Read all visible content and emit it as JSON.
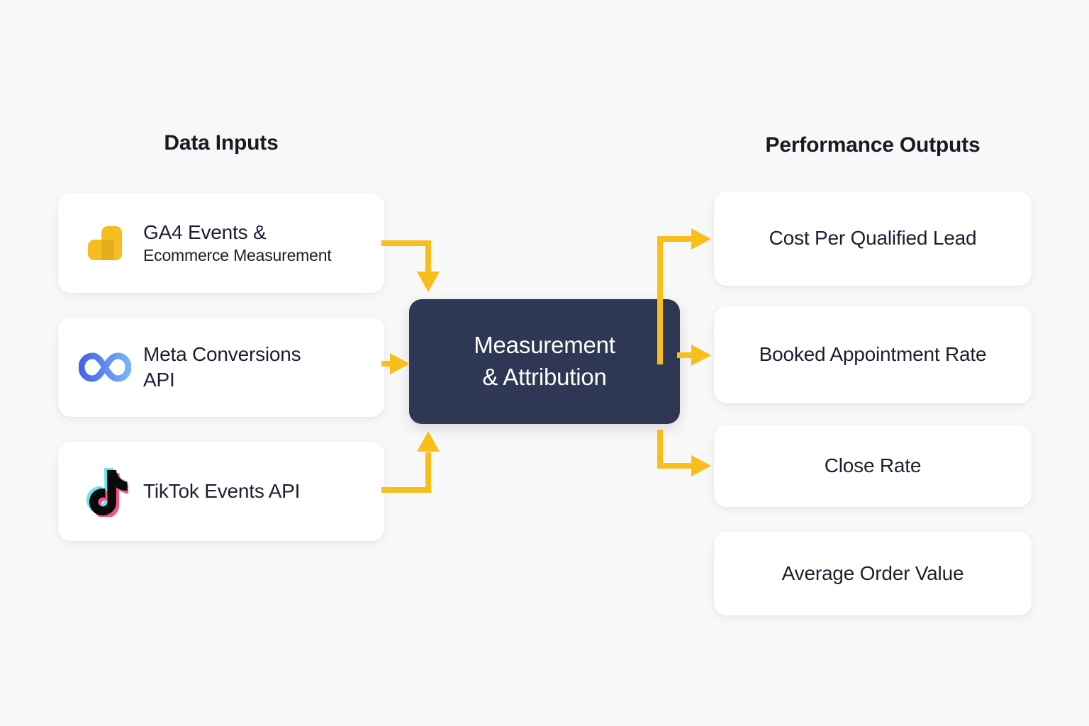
{
  "background_color": "#f8f8f9",
  "accent_color": "#f9be1c",
  "hub_color": "#2e3753",
  "text_color": "#1b2030",
  "columns": {
    "inputs_title": "Data Inputs",
    "outputs_title": "Performance Outputs"
  },
  "hub": {
    "label": "Measurement\n& Attribution",
    "line1": "Measurement",
    "line2": "& Attribution"
  },
  "inputs": [
    {
      "icon": "google-analytics-icon",
      "line1": "GA4 Events &",
      "line2": "Ecommerce Measurement",
      "line2_size": "small"
    },
    {
      "icon": "meta-infinity-icon",
      "line1": "Meta Conversions",
      "line2": "API",
      "line2_size": "big"
    },
    {
      "icon": "tiktok-note-icon",
      "line1": "TikTok Events API",
      "line2": "",
      "line2_size": "big"
    }
  ],
  "outputs": [
    {
      "label": "Cost Per Qualified Lead"
    },
    {
      "label": "Booked Appointment Rate"
    },
    {
      "label": "Close Rate"
    },
    {
      "label": "Average Order Value"
    }
  ],
  "connectors": [
    {
      "from": "GA4 Events & Ecommerce Measurement",
      "to": "Measurement & Attribution",
      "shape": "right-then-down"
    },
    {
      "from": "Meta Conversions API",
      "to": "Measurement & Attribution",
      "shape": "straight-right"
    },
    {
      "from": "TikTok Events API",
      "to": "Measurement & Attribution",
      "shape": "right-then-up"
    },
    {
      "from": "Measurement & Attribution",
      "to": "Cost Per Qualified Lead",
      "shape": "up-then-right"
    },
    {
      "from": "Measurement & Attribution",
      "to": "Booked Appointment Rate",
      "shape": "straight-right"
    },
    {
      "from": "Measurement & Attribution",
      "to": "Close Rate",
      "shape": "down-then-right"
    }
  ]
}
